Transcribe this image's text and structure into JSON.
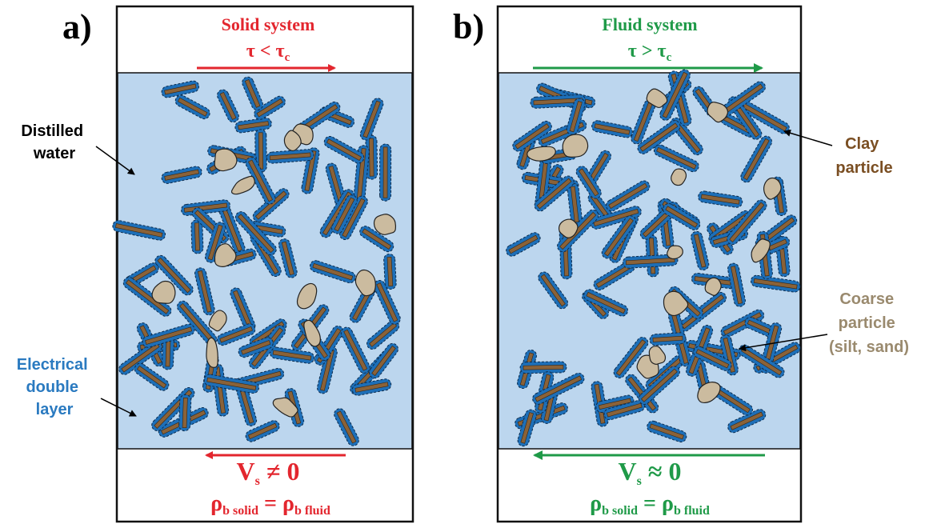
{
  "colors": {
    "solid": "#e3262e",
    "fluid": "#1f9a48",
    "water": "#bcd6ee",
    "double_layer": "#1d6fb8",
    "clay": "#8a6238",
    "coarse_fill": "#cbbb9f",
    "clay_label": "#7a4e22",
    "coarse_label": "#9a8a6e",
    "edl_label": "#2a7ac0"
  },
  "panel_a": {
    "letter": "a)",
    "title": "Solid system",
    "shear": {
      "tau": "τ",
      "op": "<",
      "crit": "τ",
      "crit_sub": "c"
    },
    "velocity": {
      "v": "V",
      "sub": "s",
      "op": "≠",
      "val": "0"
    },
    "density": {
      "rho": "ρ",
      "sub1": "b solid",
      "eq": "=",
      "sub2": "b fluid"
    },
    "labels": {
      "distilled": [
        "Distilled",
        "water"
      ],
      "edl": [
        "Electrical",
        "double",
        "layer"
      ]
    }
  },
  "panel_b": {
    "letter": "b)",
    "title": "Fluid system",
    "shear": {
      "tau": "τ",
      "op": ">",
      "crit": "τ",
      "crit_sub": "c"
    },
    "velocity": {
      "v": "V",
      "sub": "s",
      "op": "≈",
      "val": "0"
    },
    "density": {
      "rho": "ρ",
      "sub1": "b solid",
      "eq": "=",
      "sub2": "b fluid"
    },
    "labels": {
      "clay": [
        "Clay",
        "particle"
      ],
      "coarse": [
        "Coarse",
        "particle",
        "(silt, sand)"
      ]
    }
  },
  "icons": {
    "arrow": "arrow-icon",
    "clay": "clay-particle-icon",
    "coarse": "coarse-particle-icon"
  }
}
